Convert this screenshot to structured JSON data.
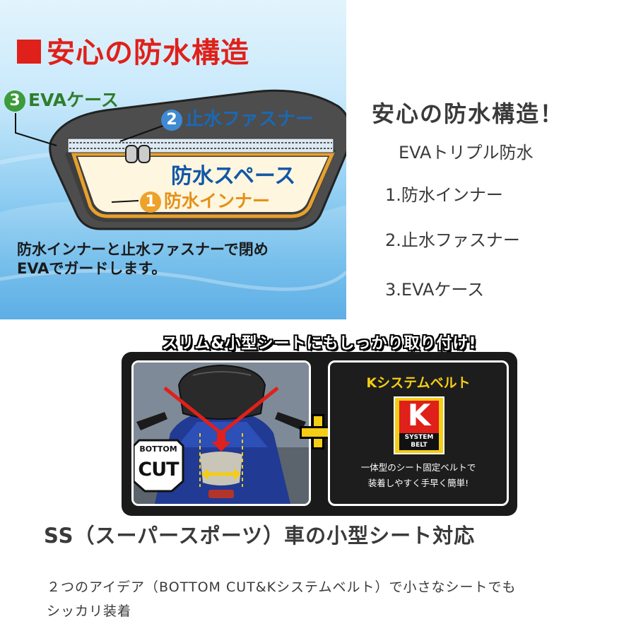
{
  "diagram": {
    "title": "安心の防水構造",
    "label_eva_case": {
      "number": "3",
      "text": "EVAケース"
    },
    "label_fastener": {
      "number": "2",
      "text": "止水ファスナー"
    },
    "label_space": "防水スペース",
    "label_inner": {
      "number": "1",
      "text": "防水インナー"
    },
    "caption_line1": "防水インナーと止水ファスナーで閉め",
    "caption_line2": "EVAでガードします。",
    "colors": {
      "title_red": "#e0201a",
      "eva_green": "#3c9b3a",
      "fastener_blue": "#3f8ad4",
      "inner_orange": "#eda22a"
    }
  },
  "features": {
    "title": "安心の防水構造！",
    "subtitle": "EVAトリプル防水",
    "items": [
      "1.防水インナー",
      "2.止水ファスナー",
      "3.EVAケース"
    ]
  },
  "banner": {
    "headline": "スリム&小型シートにもしっかり取り付け!",
    "bottom_cut_top": "BOTTOM",
    "bottom_cut_main": "CUT",
    "k_title": "Kシステムベルト",
    "k_logo_letter": "K",
    "k_logo_line1": "SYSTEM",
    "k_logo_line2": "BELT",
    "k_desc_line1": "一体型のシート固定ベルトで",
    "k_desc_line2": "装着しやすく手早く簡単!",
    "colors": {
      "accent_yellow": "#f4cd14",
      "arrow_red": "#e0201a"
    }
  },
  "section": {
    "title": "SS（スーパースポーツ）車の小型シート対応",
    "desc_line1": "２つのアイデア（BOTTOM CUT&Kシステムベルト）で小さなシートでも",
    "desc_line2": "シッカリ装着"
  }
}
